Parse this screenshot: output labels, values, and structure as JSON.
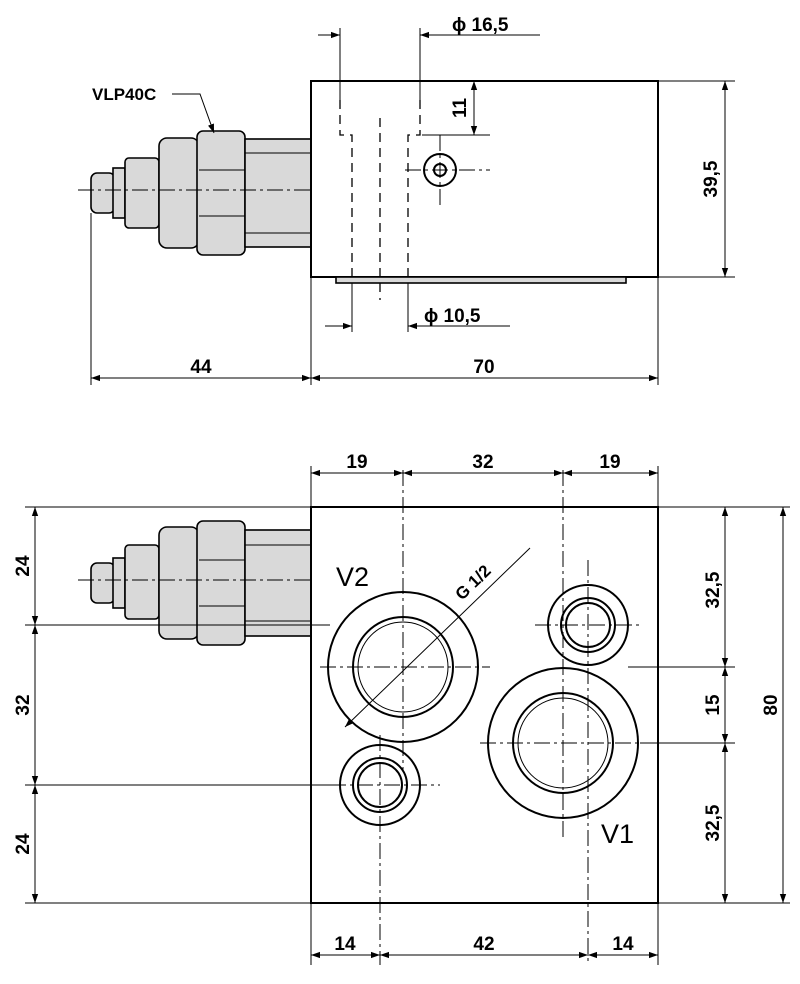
{
  "labels": {
    "valve_model": "VLP40C",
    "thread": "G 1/2",
    "port_v1": "V1",
    "port_v2": "V2"
  },
  "dimensions": {
    "top_view": {
      "dia_large": "ϕ 16,5",
      "dia_small": "ϕ 10,5",
      "offset_11": "11",
      "height": "39,5",
      "valve_length": "44",
      "body_width": "70"
    },
    "front_view": {
      "top_19_left": "19",
      "top_32": "32",
      "top_19_right": "19",
      "left_24_top": "24",
      "left_32": "32",
      "left_24_bottom": "24",
      "right_32_5_top": "32,5",
      "right_15": "15",
      "right_32_5_bottom": "32,5",
      "height_80": "80",
      "bottom_14_left": "14",
      "bottom_42": "42",
      "bottom_14_right": "14"
    }
  }
}
